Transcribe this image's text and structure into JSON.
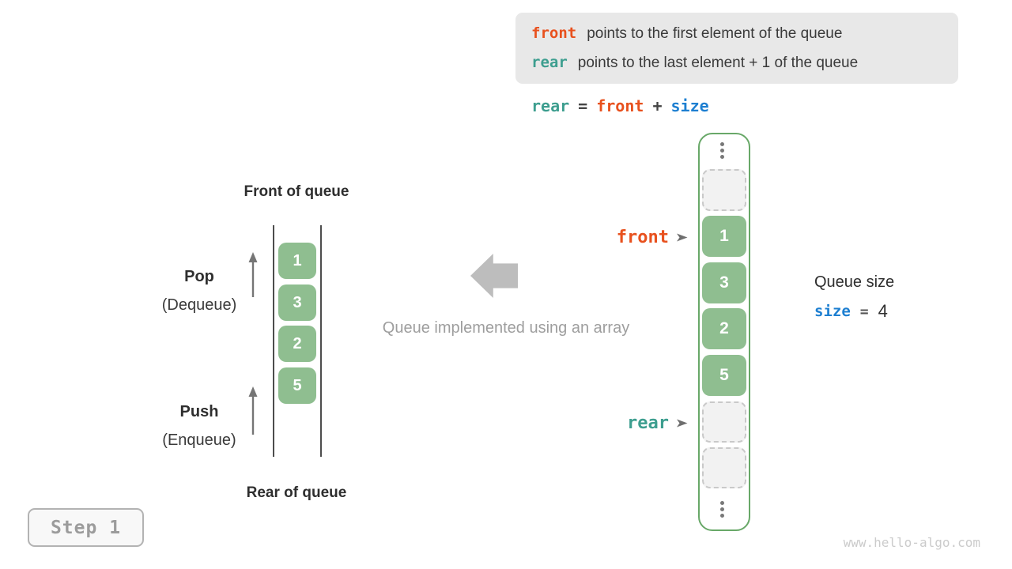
{
  "legend": {
    "lines": [
      {
        "code": "front",
        "text": "points to the first element of the queue"
      },
      {
        "code": "rear",
        "text": "points to the last element + 1 of the queue"
      }
    ]
  },
  "formula": {
    "lhs": "rear",
    "eq": "=",
    "rhs1": "front",
    "op": "+",
    "rhs2": "size"
  },
  "left_queue": {
    "top_label": "Front of queue",
    "bottom_label": "Rear of queue",
    "pop_label": "Pop",
    "pop_sub": "(Dequeue)",
    "push_label": "Push",
    "push_sub": "(Enqueue)",
    "values": [
      "1",
      "3",
      "2",
      "5"
    ]
  },
  "caption": "Queue implemented using an array",
  "array": {
    "values": [
      "1",
      "3",
      "2",
      "5"
    ],
    "empty_slots_top": 1,
    "empty_slots_bottom": 2,
    "front_label": "front",
    "rear_label": "rear"
  },
  "queue_size": {
    "title": "Queue size",
    "code": "size",
    "eq": "=",
    "value": "4"
  },
  "step": {
    "label": "Step 1"
  },
  "watermark": "www.hello-algo.com",
  "colors": {
    "orange": "#E8511E",
    "teal": "#3D9E8F",
    "blue": "#1D7FD1",
    "cell-green": "#8FBE90",
    "container-green": "#68A868",
    "dark": "#333333",
    "caption": "#9E9E9E",
    "block-arrow": "#BDBDBD",
    "legend-bg": "#E8E8E8"
  }
}
